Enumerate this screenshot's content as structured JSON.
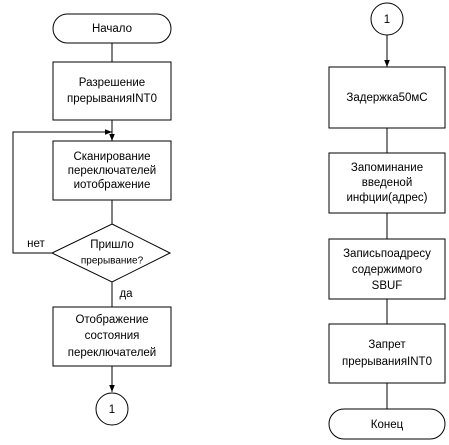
{
  "flowchart_left": {
    "start_label": "Начало",
    "enable_interrupt": [
      "Разрешение",
      "прерыванияINT0"
    ],
    "scan_switches": [
      "Сканирование",
      "переключателей",
      "иотображение"
    ],
    "decision": [
      "Пришло",
      "прерывание?"
    ],
    "decision_no": "нет",
    "decision_yes": "да",
    "display_state": [
      "Отображение",
      "состояния",
      "переключателей"
    ],
    "connector_out": "1"
  },
  "flowchart_right": {
    "connector_in": "1",
    "delay": "Задержка50мС",
    "remember_input": [
      "Запоминание",
      "введеной",
      "инфции(адрес)"
    ],
    "write_sbuf": [
      "Записьпоадресу",
      "содержимого",
      "SBUF"
    ],
    "disable_interrupt": [
      "Запрет",
      "прерыванияINT0"
    ],
    "end_label": "Конец"
  }
}
